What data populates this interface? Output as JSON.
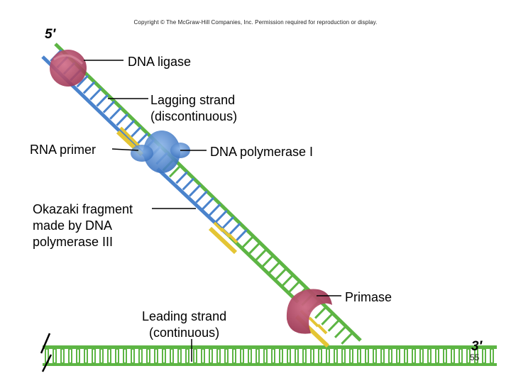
{
  "copyright": "Copyright © The McGraw-Hill Companies, Inc. Permission required for reproduction or display.",
  "labels": {
    "five_prime": "5′",
    "three_prime": "3′",
    "dna_ligase": "DNA ligase",
    "lagging_strand_line1": "Lagging strand",
    "lagging_strand_line2": "(discontinuous)",
    "rna_primer": "RNA  primer",
    "dna_polymerase_i": "DNA polymerase I",
    "okazaki_line1": "Okazaki fragment",
    "okazaki_line2": "made by DNA",
    "okazaki_line3": "polymerase III",
    "primase": "Primase",
    "leading_strand_line1": "Leading strand",
    "leading_strand_line2": "(continuous)"
  },
  "slide_number": "55",
  "colors": {
    "backbone_green": "#5db544",
    "new_strand_blue": "#4a83cc",
    "rna_primer_yellow": "#e4c534",
    "enzyme_maroon": "#b24a68",
    "polymerase_blue": "#5a8fd3",
    "leader_line": "#000000"
  }
}
